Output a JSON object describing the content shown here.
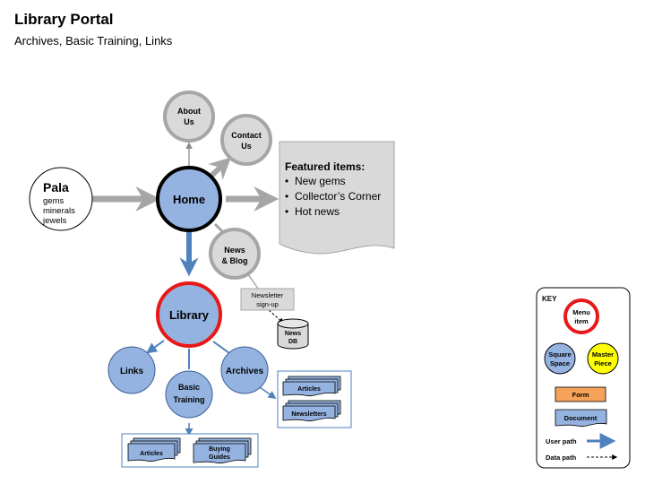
{
  "page": {
    "title": "Library Portal",
    "subtitle": "Archives, Basic Training, Links"
  },
  "nodes": {
    "pala": {
      "title": "Pala",
      "items": [
        "gems",
        "minerals",
        "jewels"
      ]
    },
    "home": "Home",
    "about": [
      "About",
      "Us"
    ],
    "contact": [
      "Contact",
      "Us"
    ],
    "news_blog": [
      "News",
      "& Blog"
    ],
    "library": "Library",
    "links": "Links",
    "basic_training": [
      "Basic",
      "Training"
    ],
    "archives": "Archives",
    "newsletter_signup": [
      "Newsletter",
      "sign-up"
    ],
    "news_db": [
      "News",
      "DB"
    ],
    "archives_docs": [
      "Articles",
      "Newsletters"
    ],
    "training_docs": {
      "articles": "Articles",
      "buying_guides": [
        "Buying",
        "Guides"
      ]
    }
  },
  "featured": {
    "heading": "Featured items:",
    "items": [
      "New gems",
      "Collector’s Corner",
      "Hot news"
    ]
  },
  "key": {
    "title": "KEY",
    "menu_item": [
      "Menu",
      "item"
    ],
    "square_space": [
      "Square",
      "Space"
    ],
    "master_piece": [
      "Master",
      "Piece"
    ],
    "form": "Form",
    "document": "Document",
    "user_path": "User path",
    "data_path": "Data path"
  },
  "colors": {
    "blue_fill": "#95b3e0",
    "blue_stroke": "#3a5f96",
    "gray_fill": "#d9d9d9",
    "gray_stroke": "#a6a6a6",
    "red_ring": "#e81818",
    "yellow": "#ffff00",
    "orange": "#f5a25a",
    "user_path": "#4f81bd"
  }
}
